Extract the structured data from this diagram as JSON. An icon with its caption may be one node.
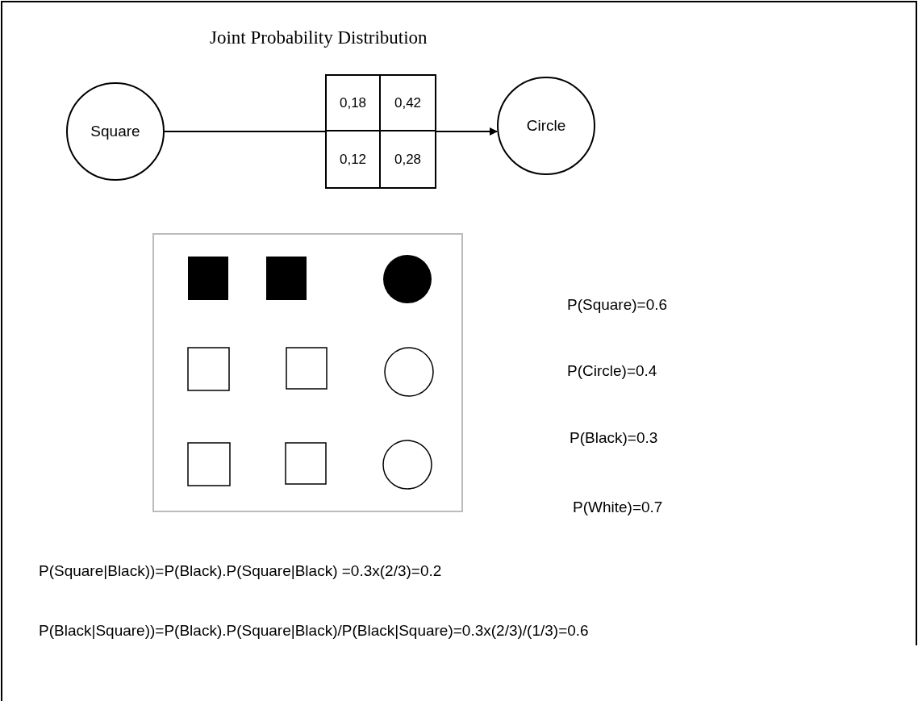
{
  "diagram": {
    "title": "Joint Probability Distribution",
    "nodes": [
      {
        "text": [
          "Square"
        ]
      },
      {
        "text": [
          "0,18",
          "0,42",
          "0,12",
          "0,28"
        ]
      },
      {
        "text": [
          "Circle"
        ]
      }
    ],
    "edges": [
      {
        "from": 0,
        "to": 1,
        "arrow": "none"
      },
      {
        "from": 1,
        "to": 2,
        "arrow": "to"
      }
    ],
    "labels": [
      "P(Square)=0.6",
      "P(Circle)=0.4",
      "P(Black)=0.3",
      "P(White)=0.7",
      "P(Square|Black))=P(Black).P(Square|Black) =0.3x(2/3)=0.2",
      "P(Black|Square))=P(Black).P(Square|Black)/P(Black|Square)=0.3x(2/3)/(1/3)=0.6"
    ]
  }
}
